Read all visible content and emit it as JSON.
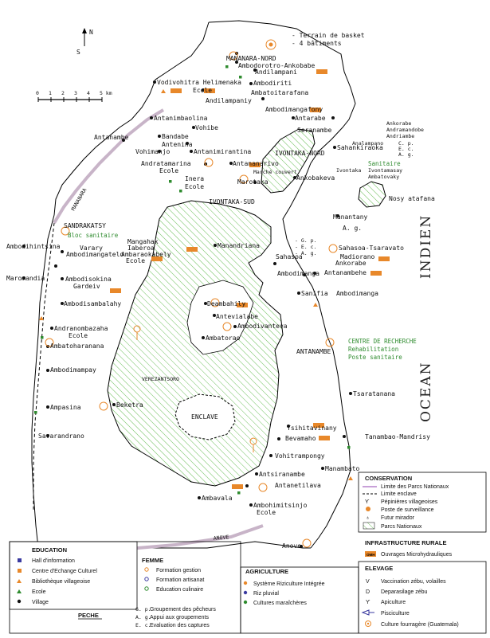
{
  "compass": {
    "north": "N",
    "south": "S"
  },
  "scale": {
    "ticks": [
      "0",
      "1",
      "2",
      "3",
      "4",
      "5 km"
    ]
  },
  "seas": {
    "indien": "INDIEN",
    "ocean": "OCEAN"
  },
  "notes": {
    "basket_1": "- Terrain de basket",
    "basket_2": "- 4 bâtiments"
  },
  "colors": {
    "road": "#c8b4c8",
    "park_hatch": "#6bbf59",
    "ecole": "#2e8b2e",
    "orange": "#e8882a",
    "blue": "#3a3aa0",
    "green_text": "#2e8b2e"
  },
  "places": {
    "mananara_nord": "MANANARA-NORD",
    "ambodorotro": "Ambodorotro-Ankobabe",
    "andilampani": "Andilampani",
    "vodivohitra": "Vodivohitra Helimenaka",
    "ambodiriti": "Ambodiriti",
    "ambatoitarafana": "Ambatoitarafana",
    "ecole_vodi": "Ecole",
    "andilampaniy": "Andilampaniy",
    "ambodimangafony": "Ambodimangafony",
    "antanimbaolina": "Antanimbaolina",
    "vohibe": "Vohibe",
    "antarabe": "Antarabe",
    "seranambe": "Seranambe",
    "ankorabe": "Ankorabe",
    "andramandobe": "Andramandobe",
    "andriambe": "Andriambe",
    "analampano": "Analampano",
    "cp_ec": "C. p.",
    "ec_anal": "E. c.",
    "sahankiraoka": "Sahankiraoka",
    "ag_sah": "A. g.",
    "sanitaire": "Sanitaire",
    "ivontaka_name": "Ivontaka",
    "ivontamasay": "Ivontamasay",
    "ambatovaky": "Ambatovaky",
    "nosy_atafana": "Nosy atafana",
    "antanambe": "Antanambe",
    "bandabe": "Bandabe",
    "antenina": "Antenina",
    "vohimanjo": "Vohimanjo",
    "antanimirantina": "Antanimirantina",
    "ivontaka_nord": "IVONTAKA-NORD",
    "andratamarina": "Andratamarina",
    "antananarivo": "Antananarivo",
    "ecole_and": "Ecole",
    "marche_couvert": "Marché couvert",
    "marotaka": "Marotaka",
    "ankobakeva": "Ankobakeva",
    "inera": "Inera",
    "ecole_inera": "Ecole",
    "ivontaka_sud": "IVONTAKA-SUD",
    "mananara_river": "MANANARA",
    "sandrakatsy": "SANDRAKATSY",
    "bloc_sanitaire": "Bloc sanitaire",
    "manantany": "Manantany",
    "ag_man": "A. g.",
    "ambodihintsina": "Ambodihintsina",
    "varary": "Varary",
    "mangahak": "Mangahak",
    "iaberoa": "Iaberoa",
    "ambaraokabely": "Ambaraokabely",
    "ecole_var": "Ecole",
    "manandriana": "Manandriana",
    "ambodimangatelo": "Ambodimangatelo",
    "gp_sah": "- G. p.",
    "ec_sah": "- E. c.",
    "ag_sah2": "- A. g.",
    "sahasoa": "Sahasoa",
    "sahasoa_tsaravato": "Sahasoa-Tsaravato",
    "madiorano": "Madiorano",
    "ankorabe2": "Ankorabe",
    "ambodimanga": "Ambodimanga",
    "antanambehe": "Antanambehe",
    "maromandia": "Maromandia",
    "ambodisokina": "Ambodisokina",
    "gardeiv": "Gardeiv",
    "sanifia": "Sanifia",
    "ambodimanga2": "Ambodimanga",
    "ambodisambalahy": "Ambodisambalahy",
    "deambahily": "Deambahily",
    "antevialabe": "Antevialabe",
    "ambodivanteva": "Ambodivanteva",
    "ambatorao": "Ambatorao",
    "andranombazaha": "Andranombazaha",
    "ecole_and2": "Ecole",
    "ambatoharanana": "Ambatoharanana",
    "antanambe_s": "ANTANAMBE",
    "centre_recherche": "CENTRE DE RECHERCHE",
    "rehabilitation": "Rehabilitation",
    "poste_sanitaire": "Poste sanitaire",
    "ambodimampay": "Ambodimampay",
    "verezantsoro": "VEREZANTSORO",
    "tsaratanana": "Tsaratanana",
    "ampasina": "Ampasina",
    "beketra": "Beketra",
    "enclave": "ENCLAVE",
    "savarandrano": "Savarandrano",
    "tsihitavinany": "Tsihitavinany",
    "bevamaho": "Bevamaho",
    "tanambao": "Tanambao-Mandrisy",
    "vohitrampongy": "Vohitrampongy",
    "manambato": "Manambato",
    "antsiranambe": "Antsiranambe",
    "antanetilava": "Antanetilava",
    "ambavala": "Ambavala",
    "ambohimitsinjo": "Ambohimitsinjo",
    "ecole_amb": "Ecole",
    "anove_road": "ANOVE",
    "anove": "Anove"
  },
  "legend_conservation": {
    "title": "CONSERVATION",
    "items": [
      "Limite des Parcs Nationaux",
      "Limite enclave",
      "Pépinières villageoises",
      "Poste de surveillance",
      "Futur mirador",
      "Parcs Nationaux"
    ]
  },
  "legend_infra": {
    "title": "INFRASTRUCTURE RURALE",
    "item": "Ouvrages Microhydrauliques",
    "badge": "OMH"
  },
  "legend_elevage": {
    "title": "ELEVAGE",
    "items": [
      "Vaccination zébu, volailles",
      "Deparasilage zébu",
      "Apiculture",
      "Pisciculture",
      "Culture fourragère (Guatemala)"
    ]
  },
  "legend_education": {
    "title": "EDUCATION",
    "items": [
      "Hall d'information",
      "Centre d'Echange Culturel",
      "Bibliothèque villageoise",
      "Ecole",
      "Village"
    ]
  },
  "legend_femme": {
    "title": "FEMME",
    "items": [
      "Formation gestion",
      "Formation artisanat",
      "Education culinaire"
    ]
  },
  "legend_agri": {
    "title": "AGRICULTURE",
    "items": [
      "Système Riziculture Intégrée",
      "Riz pluvial",
      "Cultures maraîchères"
    ]
  },
  "legend_peche": {
    "title": "PECHE",
    "items": [
      "Groupement des pêcheurs",
      "Appui aux groupements",
      "Evaluation des captures"
    ],
    "abbr": [
      "G. p.",
      "A. g.",
      "E. c."
    ]
  }
}
